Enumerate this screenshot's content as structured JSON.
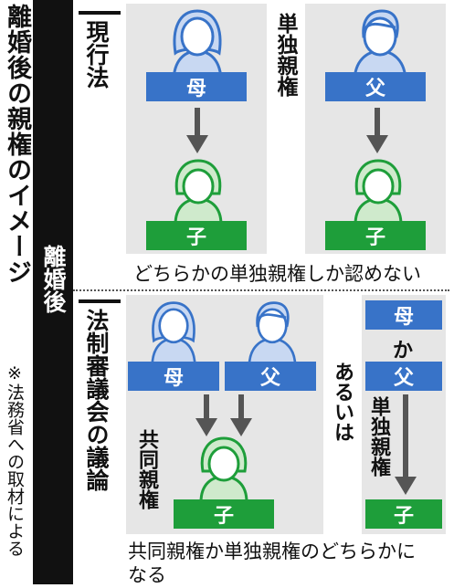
{
  "title": "離婚後の親権のイメージ",
  "source": "※法務省への取材による",
  "side_label": "離婚後",
  "current_law": {
    "heading": "現行法",
    "mother": "母",
    "father": "父",
    "child": "子",
    "sole_custody": "単独親権",
    "caption": "どちらかの単独親権しか認めない"
  },
  "deliberation": {
    "heading": "法制審議会の議論",
    "mother": "母",
    "father": "父",
    "child": "子",
    "joint_custody": "共同親権",
    "or_text": "あるいは",
    "mother_or_father": {
      "mother": "母",
      "or": "か",
      "father": "父"
    },
    "sole_custody": "単独親権",
    "child2": "子",
    "caption_line1": "共同親権か単独親権のどちらかに",
    "caption_line2": "なる"
  },
  "colors": {
    "parent": "#3873c8",
    "child": "#1e9e3a",
    "panel": "#e6e6e6",
    "band": "#111111",
    "parent_fill": "#c8d8f2",
    "child_fill": "#cfeacc"
  }
}
